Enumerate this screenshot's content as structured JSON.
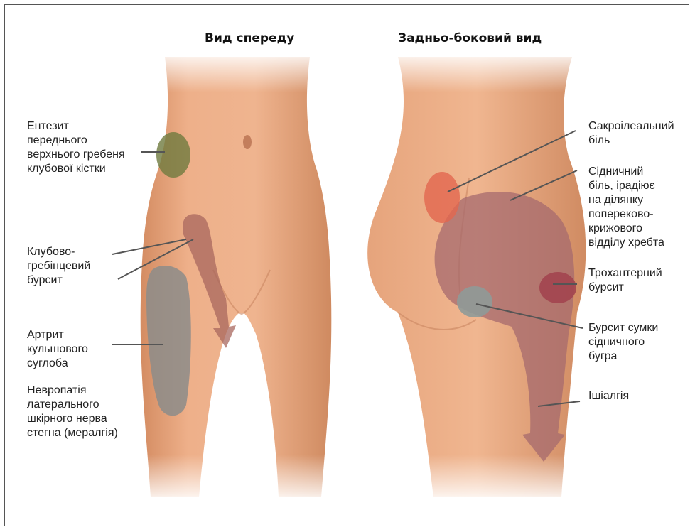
{
  "titles": {
    "front": "Вид спереду",
    "back": "Задньо-боковий вид"
  },
  "labels": {
    "asis": [
      "Ентезит",
      "переднього",
      "верхнього гребеня",
      "клубової кістки"
    ],
    "iliopectineal": [
      "Клубово-",
      "гребінцевий",
      "бурсит"
    ],
    "hip_arthritis": [
      "Артрит",
      "кульшового",
      "суглоба"
    ],
    "meralgia": [
      "Невропатія",
      "латерального",
      "шкірного нерва",
      "стегна (мералгія)"
    ],
    "sacroiliac": [
      "Сакроілеальний",
      "біль"
    ],
    "gluteal": [
      "Сідничний",
      "біль, ірадіює",
      "на ділянку",
      "попереково-",
      "крижового",
      "відділу хребта"
    ],
    "trochanteric": [
      "Трохантерний",
      "бурсит"
    ],
    "ischial": [
      "Бурсит сумки",
      "сідничного",
      "бугра"
    ],
    "sciatica": [
      "Ішіалгія"
    ]
  },
  "colors": {
    "skin": "#e8a47a",
    "skin_shadow": "#c97b52",
    "asis_zone": "#6f7a3f",
    "iliopectineal_zone": "#a8675d",
    "hip_zone": "#8c8c8a",
    "sacroiliac_zone": "#e2664f",
    "gluteal_zone": "#a56a6e",
    "trochanteric_zone": "#a2454f",
    "ischial_zone": "#8f9a98",
    "leader": "#555555"
  }
}
